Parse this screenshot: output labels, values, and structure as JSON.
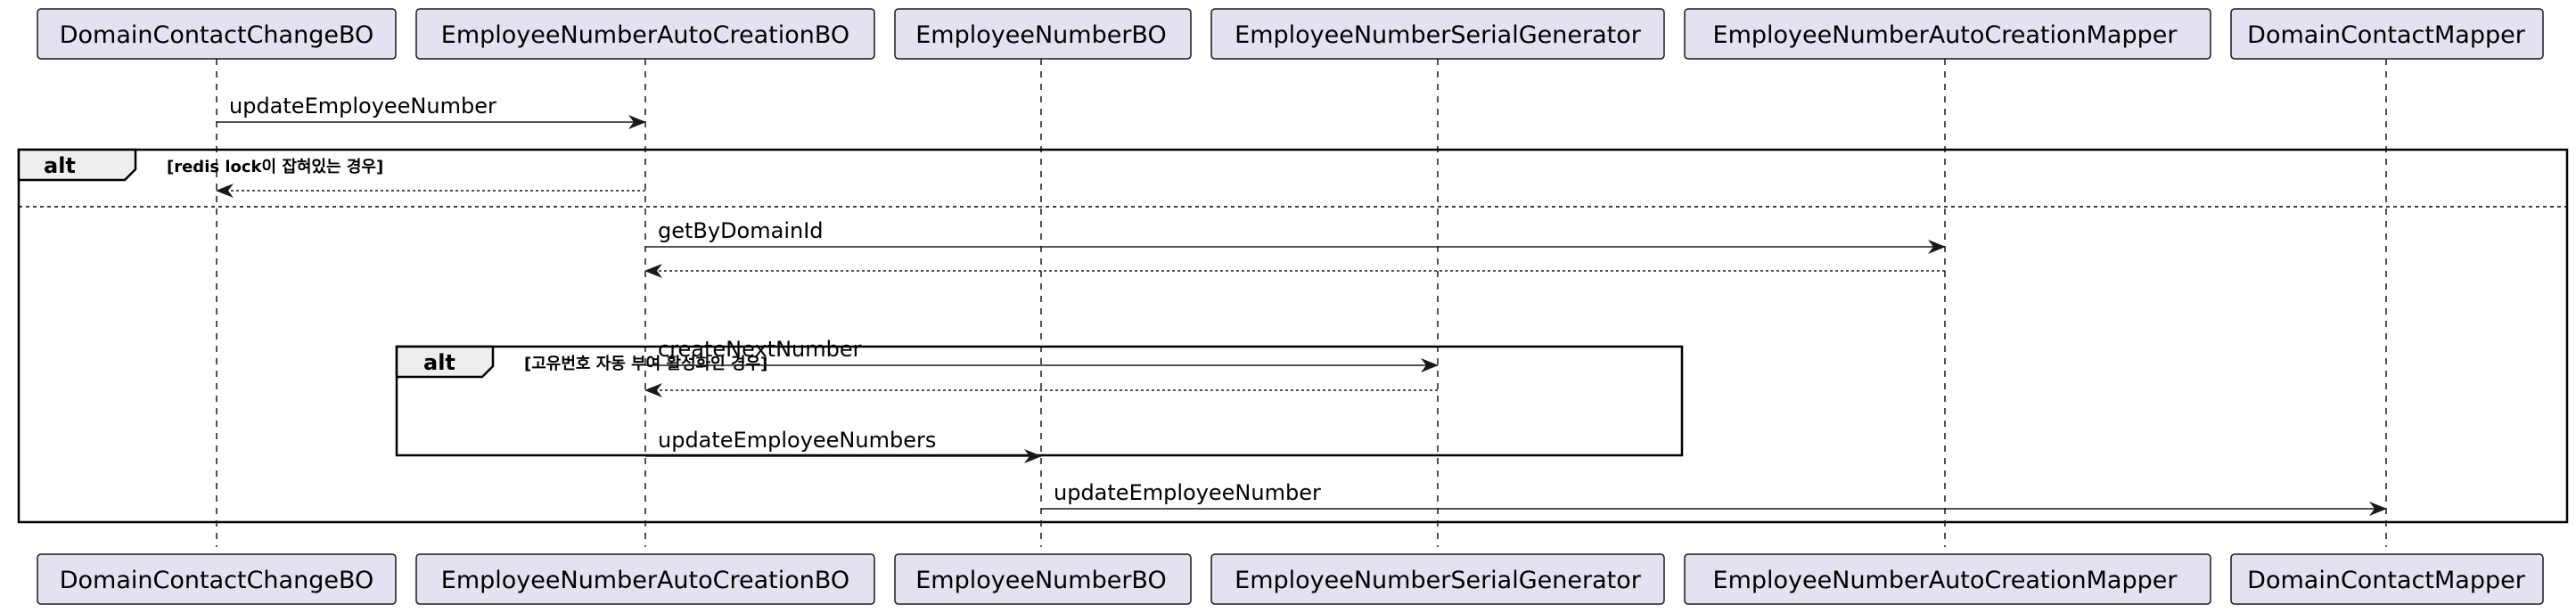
{
  "participants": [
    {
      "id": "p0",
      "label": "DomainContactChangeBO"
    },
    {
      "id": "p1",
      "label": "EmployeeNumberAutoCreationBO"
    },
    {
      "id": "p2",
      "label": "EmployeeNumberBO"
    },
    {
      "id": "p3",
      "label": "EmployeeNumberSerialGenerator"
    },
    {
      "id": "p4",
      "label": "EmployeeNumberAutoCreationMapper"
    },
    {
      "id": "p5",
      "label": "DomainContactMapper"
    }
  ],
  "messages": [
    {
      "from": "p0",
      "to": "p1",
      "label": "updateEmployeeNumber",
      "style": "solid"
    },
    {
      "from": "p1",
      "to": "p0",
      "label": "",
      "style": "dashed"
    },
    {
      "from": "p1",
      "to": "p4",
      "label": "getByDomainId",
      "style": "solid"
    },
    {
      "from": "p4",
      "to": "p1",
      "label": "",
      "style": "dashed"
    },
    {
      "from": "p1",
      "to": "p3",
      "label": "createNextNumber",
      "style": "solid"
    },
    {
      "from": "p3",
      "to": "p1",
      "label": "",
      "style": "dashed"
    },
    {
      "from": "p1",
      "to": "p2",
      "label": "updateEmployeeNumbers",
      "style": "solid"
    },
    {
      "from": "p2",
      "to": "p5",
      "label": "updateEmployeeNumber",
      "style": "solid"
    }
  ],
  "fragments": [
    {
      "keyword": "alt",
      "guard": "[redis lock이 잡혀있는 경우]",
      "has_else": true
    },
    {
      "keyword": "alt",
      "guard": "[고유번호 자동 부여 활성화인 경우]",
      "has_else": false
    }
  ],
  "colors": {
    "participant_fill": "#E2E2F0",
    "line": "#181818",
    "frame_tab_fill": "#EEEEEE"
  }
}
